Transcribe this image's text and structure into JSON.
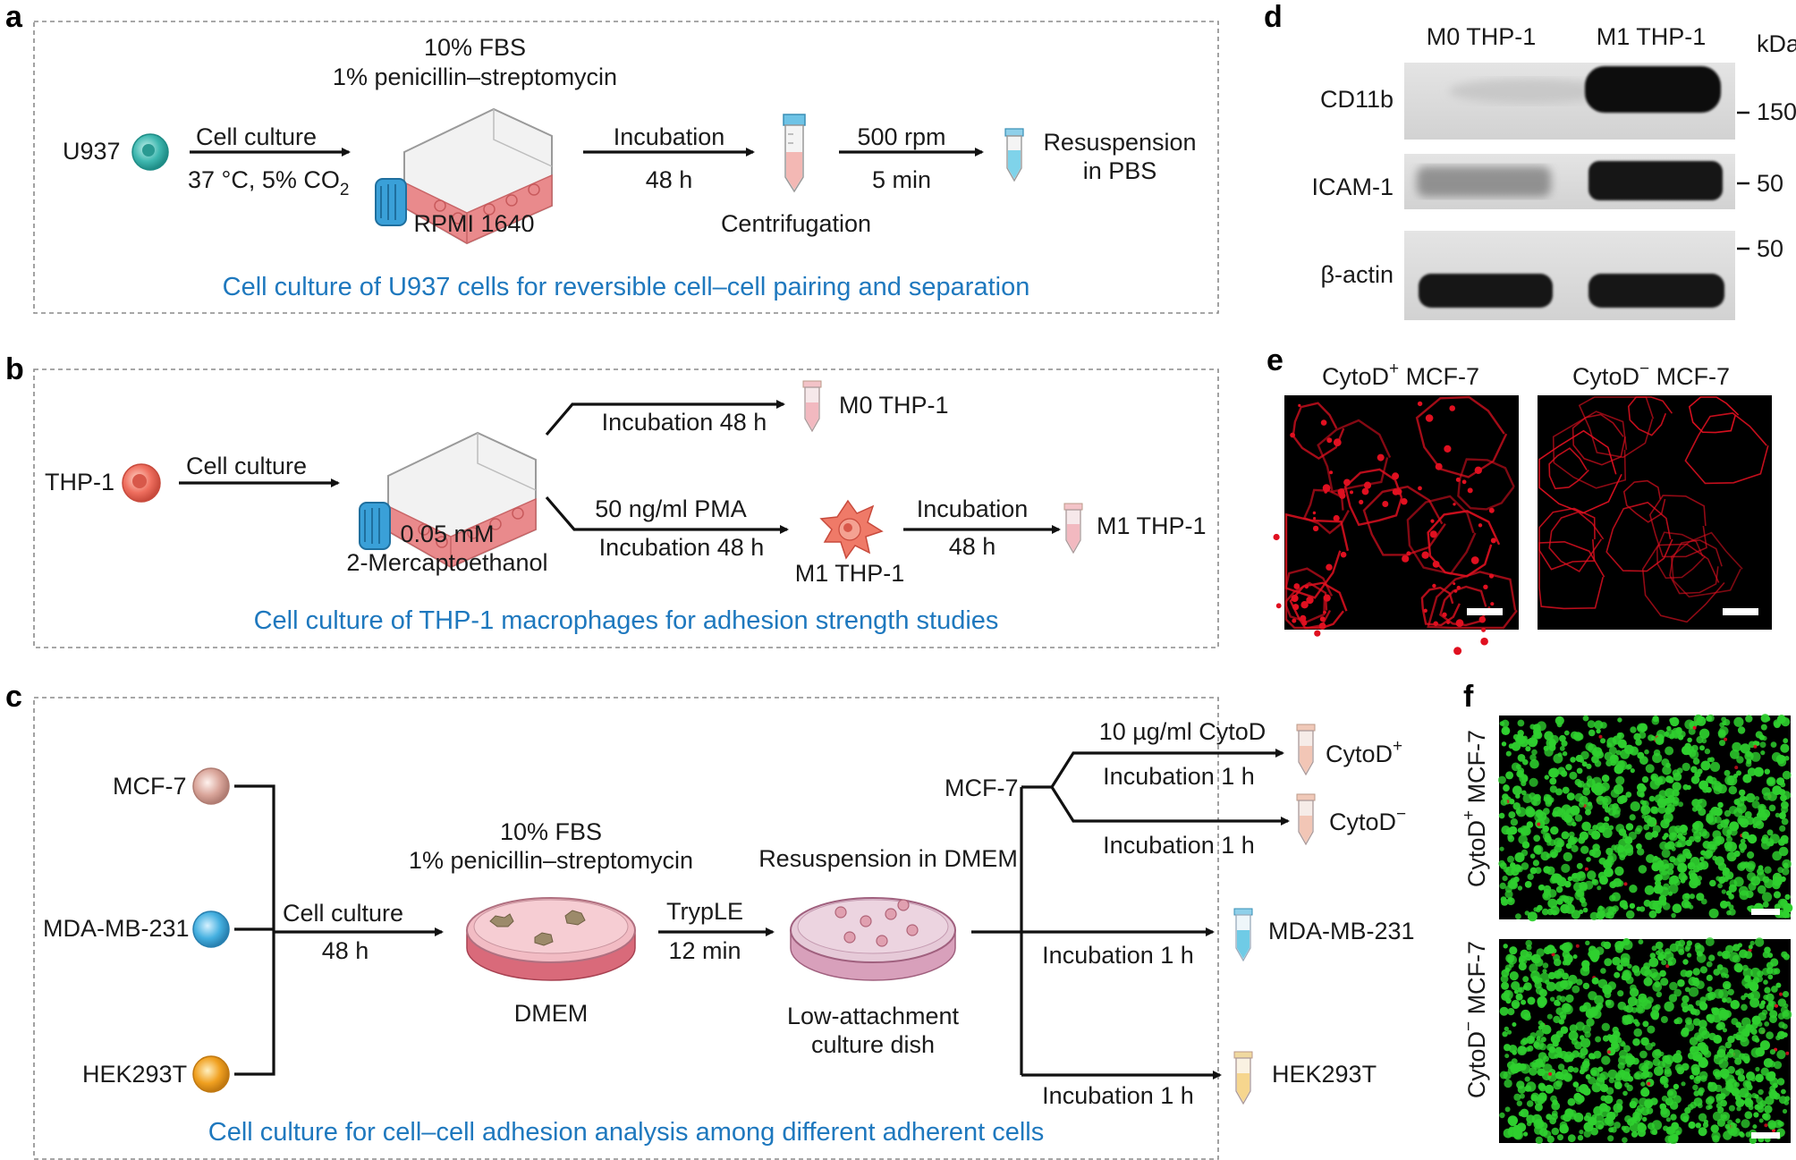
{
  "panel_letters": {
    "a": "a",
    "b": "b",
    "c": "c",
    "d": "d",
    "e": "e",
    "f": "f"
  },
  "panel_a": {
    "source_cell": "U937",
    "step1_top": "Cell culture",
    "step1_bottom_main": "37 °C, 5% CO",
    "step1_bottom_sub": "2",
    "medium_line1": "10% FBS",
    "medium_line2": "1% penicillin–streptomycin",
    "flask_label": "RPMI 1640",
    "step2_top": "Incubation",
    "step2_bottom": "48 h",
    "tube_label": "Centrifugation",
    "step3_top": "500 rpm",
    "step3_bottom": "5 min",
    "end_line1": "Resuspension",
    "end_line2": "in PBS",
    "caption": "Cell culture of U937 cells for reversible cell–cell pairing and separation"
  },
  "panel_b": {
    "source_cell": "THP-1",
    "step1_top": "Cell culture",
    "flask_line1": "0.05 mM",
    "flask_line2": "2-Mercaptoethanol",
    "upper_branch": "Incubation 48 h",
    "upper_end": "M0 THP-1",
    "lower_top": "50 ng/ml PMA",
    "lower_bottom": "Incubation 48 h",
    "macrophage_label": "M1 THP-1",
    "step3_top": "Incubation",
    "step3_bottom": "48 h",
    "lower_end": "M1 THP-1",
    "caption": "Cell culture of THP-1 macrophages for adhesion strength studies"
  },
  "panel_c": {
    "cells": [
      "MCF-7",
      "MDA-MB-231",
      "HEK293T"
    ],
    "step1_top": "Cell culture",
    "step1_bottom": "48 h",
    "medium_line1": "10% FBS",
    "medium_line2": "1% penicillin–streptomycin",
    "dish_label": "DMEM",
    "step2_top": "TrypLE",
    "step2_bottom": "12 min",
    "dish2_top": "Resuspension in DMEM",
    "dish2_line1": "Low-attachment",
    "dish2_line2": "culture dish",
    "branch_source": "MCF-7",
    "branch1_top": "10 µg/ml CytoD",
    "branch1_bottom": "Incubation 1 h",
    "branch1_end": "CytoD",
    "branch1_sup": "+",
    "branch2_bottom": "Incubation 1 h",
    "branch2_end": "CytoD",
    "branch2_sup": "−",
    "branch3_bottom": "Incubation 1 h",
    "branch3_end": "MDA-MB-231",
    "branch4_bottom": "Incubation 1 h",
    "branch4_end": "HEK293T",
    "caption": "Cell culture for cell–cell adhesion analysis among different adherent cells"
  },
  "panel_d": {
    "lane_labels": [
      "M0 THP-1",
      "M1 THP-1"
    ],
    "unit": "kDa",
    "rows": [
      {
        "name": "CD11b",
        "marker": "150"
      },
      {
        "name": "ICAM-1",
        "marker": "50"
      },
      {
        "name": "β-actin",
        "marker": "50"
      }
    ]
  },
  "panel_e": {
    "left_main": "CytoD",
    "left_sup": "+",
    "left_tail": " MCF-7",
    "right_main": "CytoD",
    "right_sup": "−",
    "right_tail": " MCF-7"
  },
  "panel_f": {
    "top_main": "CytoD",
    "top_sup": "+",
    "top_tail": " MCF-7",
    "bottom_main": "CytoD",
    "bottom_sup": "−",
    "bottom_tail": " MCF-7"
  },
  "colors": {
    "caption_blue": "#1e78be",
    "flask_pink": "#e98a8c",
    "flask_cap": "#3aa0d8",
    "u937_cell": "#3fb8b0",
    "thp1_cell": "#ef6f5f",
    "mcf7_cell": "#d9a59a",
    "mda_cell": "#45b0e0",
    "hek_cell": "#f0a020",
    "fluor_red": "#e01020",
    "fluor_green": "#2fd02f"
  }
}
